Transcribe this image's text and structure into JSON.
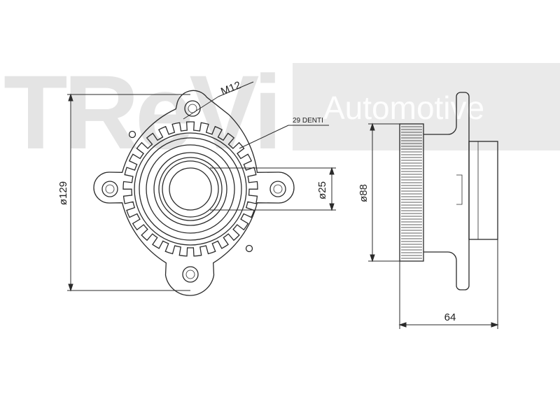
{
  "watermark": {
    "brand": "TReVi",
    "tagline": "Automotive",
    "color": "#cfcfcf"
  },
  "dimensions": {
    "outer_diameter": "ø129",
    "bore_diameter": "ø25",
    "bolt_thread": "M12",
    "tooth_count": "29 DENTI",
    "ring_diameter": "ø88",
    "hub_width": "64"
  },
  "colors": {
    "line": "#2a2a2a",
    "background": "#ffffff"
  }
}
